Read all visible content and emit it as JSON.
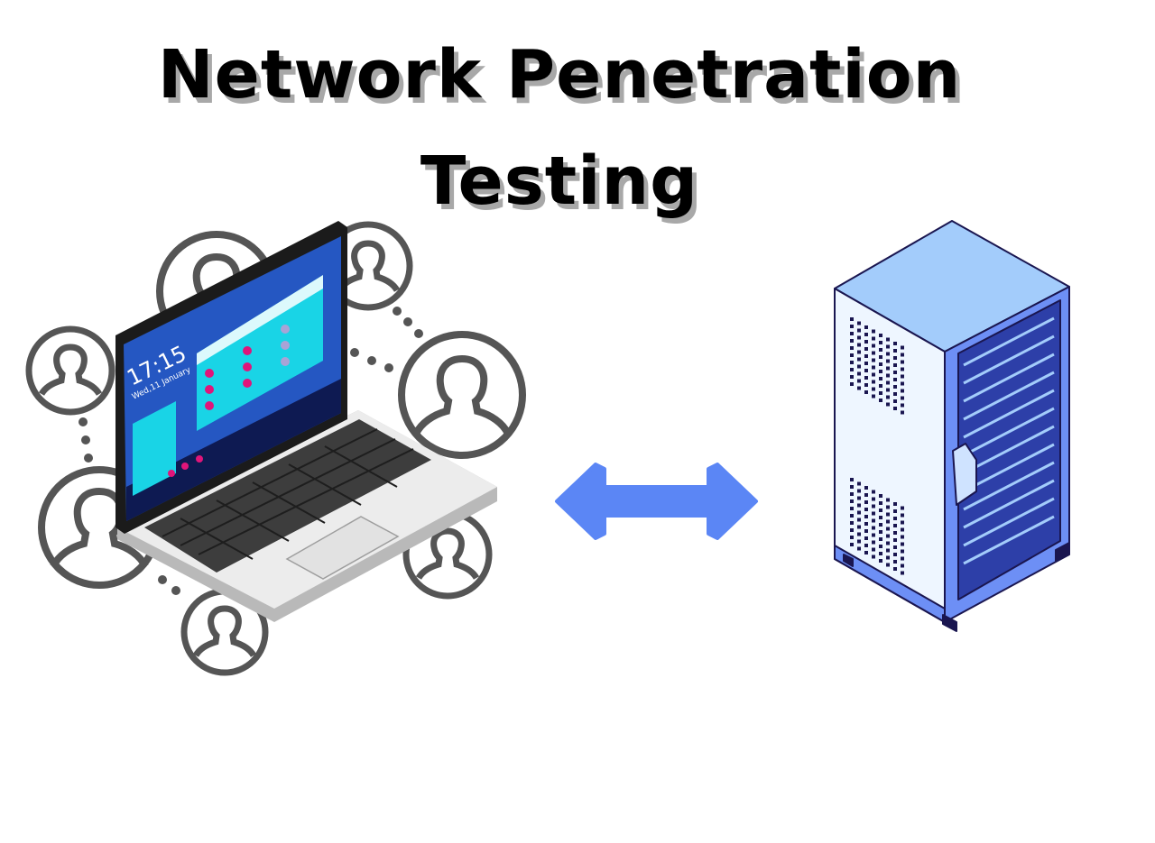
{
  "title": {
    "line1": "Network Penetration",
    "line2": "Testing"
  },
  "laptop": {
    "clock": "17:15",
    "date": "Wed,11 January"
  },
  "colors": {
    "arrow": "#5b86f5",
    "server_top": "#a3ccfb",
    "server_side": "#eef6ff",
    "server_front": "#6d8ff5",
    "user_icon": "#555555",
    "screen": "#2557c2",
    "screen_panel": "#19d4e6"
  },
  "icons": [
    "user-icon",
    "laptop-icon",
    "double-arrow-icon",
    "server-rack-icon"
  ]
}
